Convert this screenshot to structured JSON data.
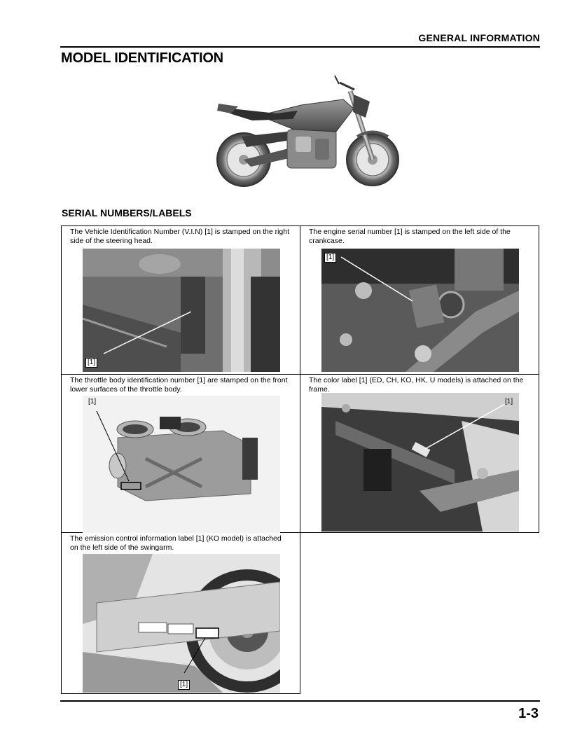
{
  "header": {
    "section": "GENERAL INFORMATION"
  },
  "title": "MODEL IDENTIFICATION",
  "subtitle": "SERIAL NUMBERS/LABELS",
  "cells": [
    {
      "text": "The Vehicle Identification Number (V.I.N) [1] is stamped on the right side of the steering head.",
      "callout": "[1]"
    },
    {
      "text": "The engine serial number [1] is stamped on the left side of the crankcase.",
      "callout": "[1]"
    },
    {
      "text": "The throttle body identification number [1] are stamped on the front lower surfaces of the throttle body.",
      "callout": "[1]"
    },
    {
      "text": "The color label [1] (ED, CH, KO, HK, U models) is attached on the frame.",
      "callout": "[1]"
    },
    {
      "text": "The emission control information label [1] (KO model) is attached on the left side of the swingarm.",
      "callout": "[1]"
    }
  ],
  "footer": {
    "page_number": "1-3"
  }
}
